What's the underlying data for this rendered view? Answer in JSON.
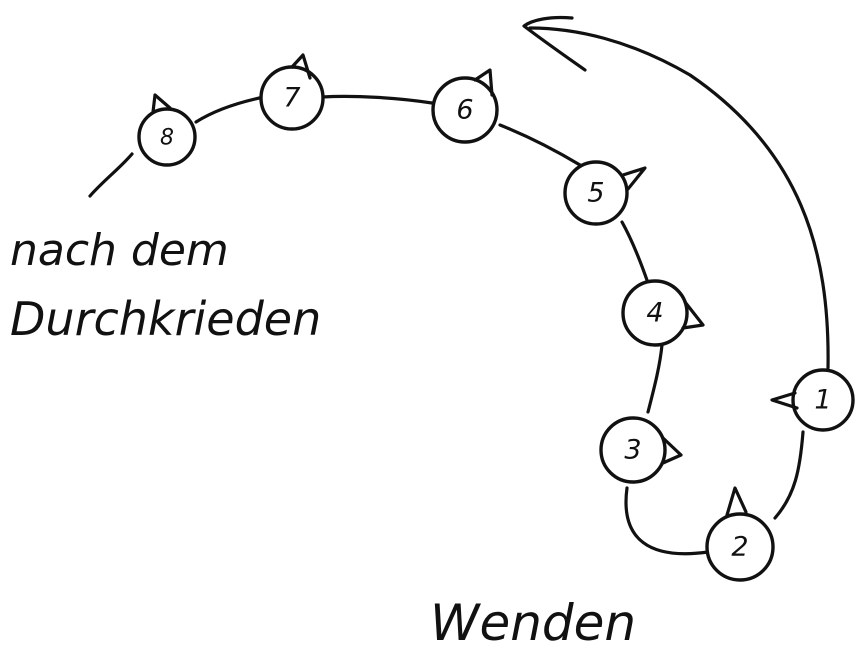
{
  "diagram": {
    "caption_after": [
      "nach dem",
      "Durchkrieden"
    ],
    "caption_turn": "Wenden",
    "nodes": [
      {
        "id": 1,
        "label": "1"
      },
      {
        "id": 2,
        "label": "2"
      },
      {
        "id": 3,
        "label": "3"
      },
      {
        "id": 4,
        "label": "4"
      },
      {
        "id": 5,
        "label": "5"
      },
      {
        "id": 6,
        "label": "6"
      },
      {
        "id": 7,
        "label": "7"
      },
      {
        "id": 8,
        "label": "8"
      }
    ],
    "ink_color": "#111111",
    "background": "#ffffff"
  }
}
